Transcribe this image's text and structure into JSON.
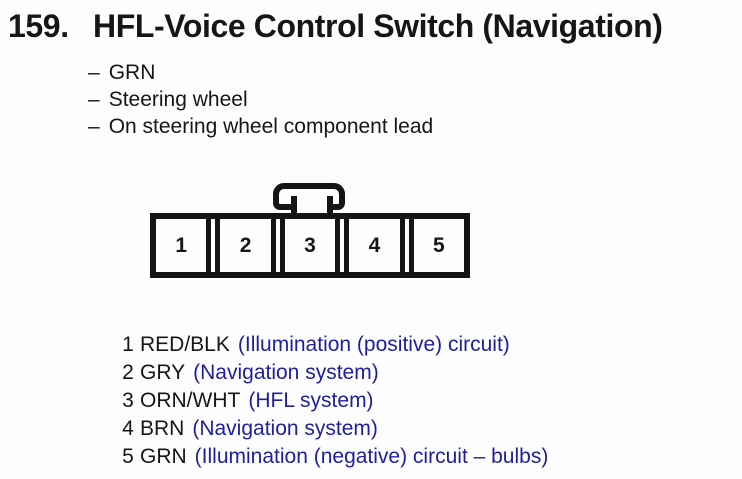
{
  "header": {
    "number": "159.",
    "title": "HFL-Voice Control Switch (Navigation)"
  },
  "bullet": "–",
  "notes": [
    "GRN",
    "Steering wheel",
    "On steering wheel component lead"
  ],
  "connector": {
    "pins": [
      "1",
      "2",
      "3",
      "4",
      "5"
    ]
  },
  "pinout": [
    {
      "pin": "1",
      "wire": "RED/BLK",
      "circuit": "(Illumination (positive) circuit)"
    },
    {
      "pin": "2",
      "wire": "GRY",
      "circuit": "(Navigation system)"
    },
    {
      "pin": "3",
      "wire": "ORN/WHT",
      "circuit": "(HFL system)"
    },
    {
      "pin": "4",
      "wire": "BRN",
      "circuit": "(Navigation system)"
    },
    {
      "pin": "5",
      "wire": "GRN",
      "circuit": "(Illumination (negative) circuit – bulbs)"
    }
  ],
  "colors": {
    "text": "#161616",
    "line": "#151515",
    "circuit_blue": "#1f1f9e",
    "background": "#fdfdfd"
  }
}
